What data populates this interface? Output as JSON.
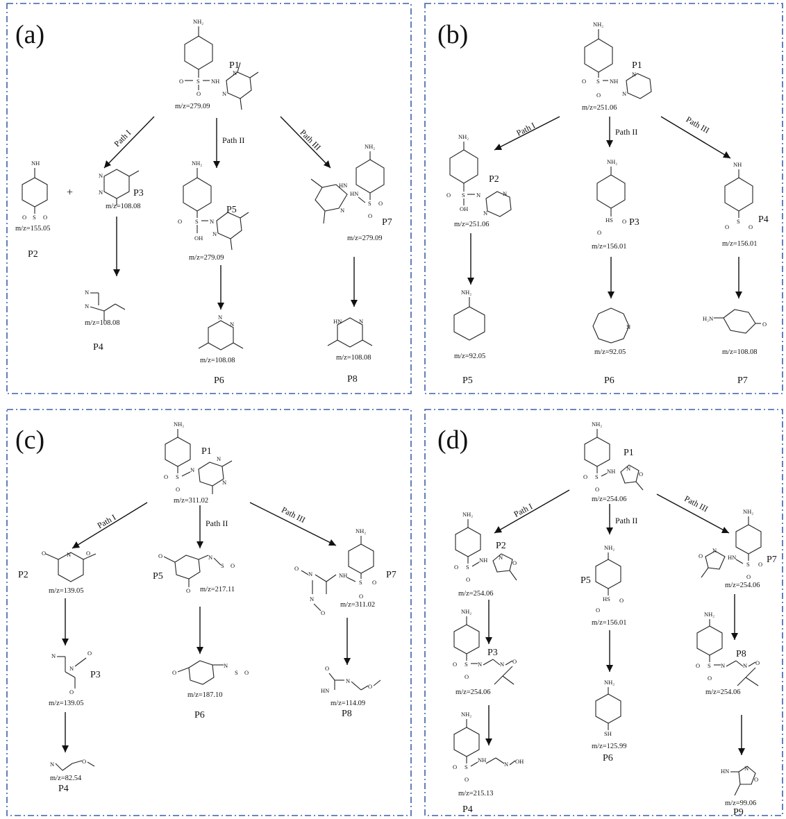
{
  "panels": [
    {
      "id": "a",
      "label": "(a)",
      "paths": [
        "Path I",
        "Path II",
        "Path III"
      ],
      "compounds": [
        {
          "label": "P1",
          "mz": "m/z=279.09"
        },
        {
          "label": "P2",
          "mz": "m/z=155.05"
        },
        {
          "label": "P3",
          "mz": "m/z=108.08"
        },
        {
          "label": "P4",
          "mz": "m/z=108.08"
        },
        {
          "label": "P5",
          "mz": "m/z=279.09"
        },
        {
          "label": "P6",
          "mz": "m/z=108.08"
        },
        {
          "label": "P7",
          "mz": "m/z=279.09"
        },
        {
          "label": "P8",
          "mz": "m/z=108.08"
        }
      ],
      "plus": "+"
    },
    {
      "id": "b",
      "label": "(b)",
      "paths": [
        "Path I",
        "Path II",
        "Path III"
      ],
      "compounds": [
        {
          "label": "P1",
          "mz": "m/z=251.06"
        },
        {
          "label": "P2",
          "mz": "m/z=251.06"
        },
        {
          "label": "P3",
          "mz": "m/z=156.01"
        },
        {
          "label": "P4",
          "mz": "m/z=156.01"
        },
        {
          "label": "P5",
          "mz": "m/z=92.05"
        },
        {
          "label": "P6",
          "mz": "m/z=92.05"
        },
        {
          "label": "P7",
          "mz": "m/z=108.08"
        }
      ]
    },
    {
      "id": "c",
      "label": "(c)",
      "paths": [
        "Path I",
        "Path II",
        "Path III"
      ],
      "compounds": [
        {
          "label": "P1",
          "mz": "m/z=311.02"
        },
        {
          "label": "P2",
          "mz": "m/z=139.05"
        },
        {
          "label": "P3",
          "mz": "m/z=139.05"
        },
        {
          "label": "P4",
          "mz": "m/z=82.54"
        },
        {
          "label": "P5",
          "mz": "m/z=217.11"
        },
        {
          "label": "P6",
          "mz": "m/z=187.10"
        },
        {
          "label": "P7",
          "mz": "m/z=311.02"
        },
        {
          "label": "P8",
          "mz": "m/z=114.09"
        }
      ]
    },
    {
      "id": "d",
      "label": "(d)",
      "paths": [
        "Path I",
        "Path II",
        "Path III"
      ],
      "compounds": [
        {
          "label": "P1",
          "mz": "m/z=254.06"
        },
        {
          "label": "P2",
          "mz": "m/z=254.06"
        },
        {
          "label": "P3",
          "mz": "m/z=254.06"
        },
        {
          "label": "P4",
          "mz": "m/z=215.13"
        },
        {
          "label": "P5",
          "mz": "m/z=156.01"
        },
        {
          "label": "P6",
          "mz": "m/z=125.99"
        },
        {
          "label": "P7",
          "mz": "m/z=254.06"
        },
        {
          "label": "P8",
          "mz": "m/z=254.06"
        },
        {
          "label": "P9",
          "mz": "m/z=99.06"
        }
      ]
    }
  ],
  "atoms": {
    "nh2": "NH₂",
    "nh": "NH",
    "h2n": "H₂N",
    "n": "N",
    "o": "O",
    "s": "S",
    "oh": "OH",
    "hn": "HN",
    "hs": "HS",
    "sh": "SH"
  }
}
